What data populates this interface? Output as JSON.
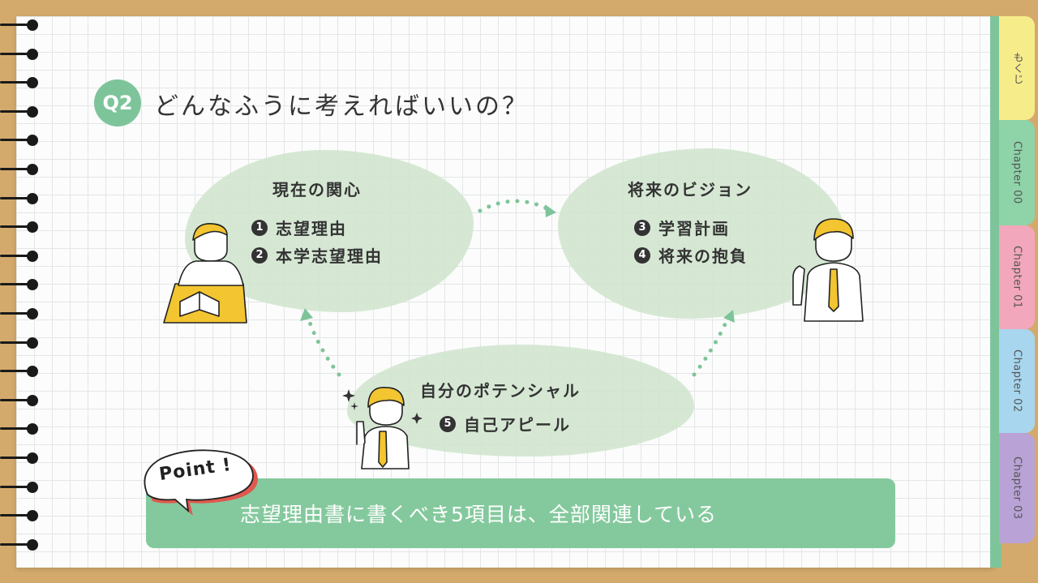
{
  "heading": {
    "badge": "Q2",
    "title": "どんなふうに考えればいいの？"
  },
  "tabs": [
    {
      "label": "もくじ",
      "color": "#f7ec8a"
    },
    {
      "label": "Chapter 00",
      "color": "#8fd3a8"
    },
    {
      "label": "Chapter 01",
      "color": "#f2a7bc"
    },
    {
      "label": "Chapter 02",
      "color": "#a8d6ef"
    },
    {
      "label": "Chapter 03",
      "color": "#b9a2d6"
    }
  ],
  "boxes": {
    "current": {
      "title": "現在の関心",
      "items": [
        {
          "num": "1",
          "text": "志望理由"
        },
        {
          "num": "2",
          "text": "本学志望理由"
        }
      ]
    },
    "future": {
      "title": "将来のビジョン",
      "items": [
        {
          "num": "3",
          "text": "学習計画"
        },
        {
          "num": "4",
          "text": "将来の抱負"
        }
      ]
    },
    "potential": {
      "title": "自分のポテンシャル",
      "items": [
        {
          "num": "5",
          "text": "自己アピール"
        }
      ]
    }
  },
  "point": {
    "label": "Point !",
    "text": "志望理由書に書くべき5項目は、全部関連している"
  },
  "colors": {
    "accent": "#7ec49a",
    "blob": "#cfe4cd",
    "board": "#d4aa6c",
    "point_red": "#e0584f"
  }
}
